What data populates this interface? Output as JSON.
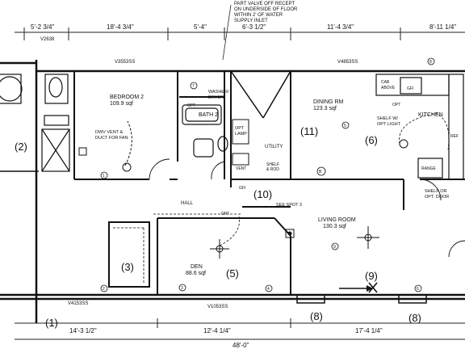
{
  "dimensions_top": [
    "5'-2 3/4\"",
    "18'-4 3/4\"",
    "5'-4\"",
    "6'-3 1/2\"",
    "11'-4 3/4\"",
    "8'-11 1/4\""
  ],
  "dimensions_bottom": [
    "14'-3 1/2\"",
    "12'-4 1/4\"",
    "17'-4 1/4\"",
    "48'-0\""
  ],
  "top_note": [
    "PART VALVE OFF RECEPT",
    "ON UNDERSIDE OF FLOOR",
    "WITHIN 2' OF WATER",
    "SUPPLY INLET"
  ],
  "window_codes": [
    "V2638",
    "V3553SS",
    "V4853SS",
    "V4153SS",
    "V1053SS"
  ],
  "rooms": {
    "bedroom2": [
      "BEDROOM 2",
      "109.9 sqf"
    ],
    "bath2": "BATH 2",
    "utility": "UTILITY",
    "dining": [
      "DINING RM",
      "123.3 sqf"
    ],
    "kitchen": "KITCHEN",
    "hall": "HALL",
    "den": [
      "DEN",
      "88.6 sqf"
    ],
    "living": [
      "LIVING ROOM",
      "130.3 sqf"
    ]
  },
  "notes": {
    "washer": [
      "WASHER/",
      "DRYER"
    ],
    "dwv": [
      "DWV VENT &",
      "DUCT FOR FAN"
    ],
    "opt_lamp": [
      "OPT",
      "LAMP"
    ],
    "shelf": [
      "SHELF",
      "& ROD"
    ],
    "shelf2": [
      "SHELF W/",
      "OPT LIGHT"
    ],
    "shelf3": [
      "SHELF OR",
      "OPT. DOOR"
    ],
    "see_spot": "SEE SPOT 3",
    "cab": [
      "CAB",
      "ABOVE"
    ],
    "ref": "REF",
    "range": "RANGE"
  },
  "labels": [
    "OPT",
    "GFI",
    "VENT"
  ],
  "numbered_callouts": [
    "(1)",
    "(2)",
    "(3)",
    "(5)",
    "(6)",
    "(8)",
    "(8)",
    "(9)",
    "(10)",
    "(11)"
  ],
  "outlet_marks": [
    "1",
    "2",
    "3",
    "4",
    "5",
    "6",
    "7",
    "8",
    "9",
    "B"
  ]
}
